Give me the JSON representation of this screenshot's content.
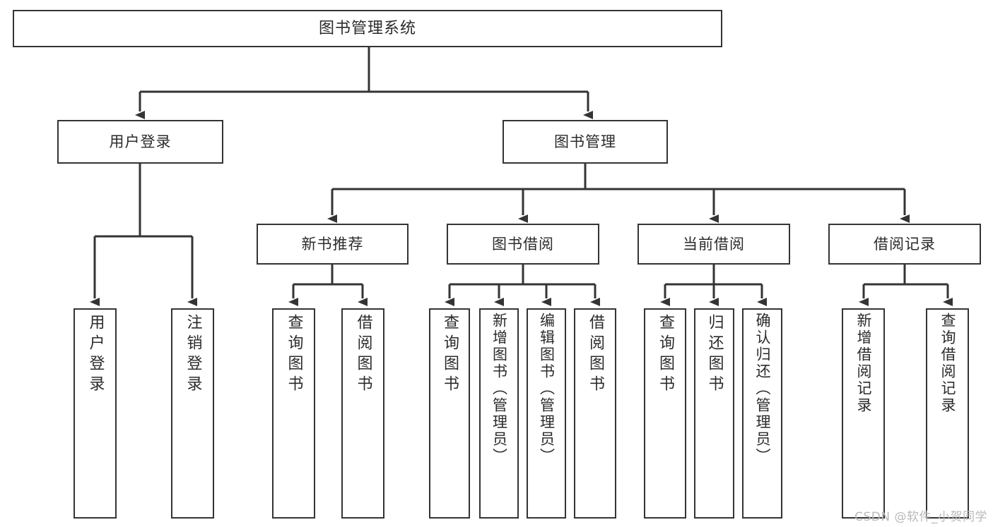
{
  "diagram": {
    "type": "tree-hierarchy",
    "title": "图书管理系统",
    "root": {
      "label": "图书管理系统"
    },
    "level2": [
      {
        "label": "用户登录"
      },
      {
        "label": "图书管理"
      }
    ],
    "level3": [
      {
        "label": "新书推荐"
      },
      {
        "label": "图书借阅"
      },
      {
        "label": "当前借阅"
      },
      {
        "label": "借阅记录"
      }
    ],
    "leaves": [
      {
        "label": "用户登录",
        "parent": "用户登录"
      },
      {
        "label": "注销登录",
        "parent": "用户登录"
      },
      {
        "label": "查询图书",
        "parent": "新书推荐"
      },
      {
        "label": "借阅图书",
        "parent": "新书推荐"
      },
      {
        "label": "查询图书",
        "parent": "图书借阅"
      },
      {
        "label": "新增图书（管理员）",
        "parent": "图书借阅"
      },
      {
        "label": "编辑图书（管理员）",
        "parent": "图书借阅"
      },
      {
        "label": "借阅图书",
        "parent": "图书借阅"
      },
      {
        "label": "查询图书",
        "parent": "当前借阅"
      },
      {
        "label": "归还图书",
        "parent": "当前借阅"
      },
      {
        "label": "确认归还（管理员）",
        "parent": "当前借阅"
      },
      {
        "label": "新增借阅记录",
        "parent": "借阅记录"
      },
      {
        "label": "查询借阅记录",
        "parent": "借阅记录"
      }
    ]
  },
  "watermark": {
    "text": "CSDN @软件_小贺同学"
  },
  "colors": {
    "stroke": "#343434",
    "background": "#ffffff",
    "text": "#2b2b2b",
    "watermark": "#b9b9b9"
  }
}
